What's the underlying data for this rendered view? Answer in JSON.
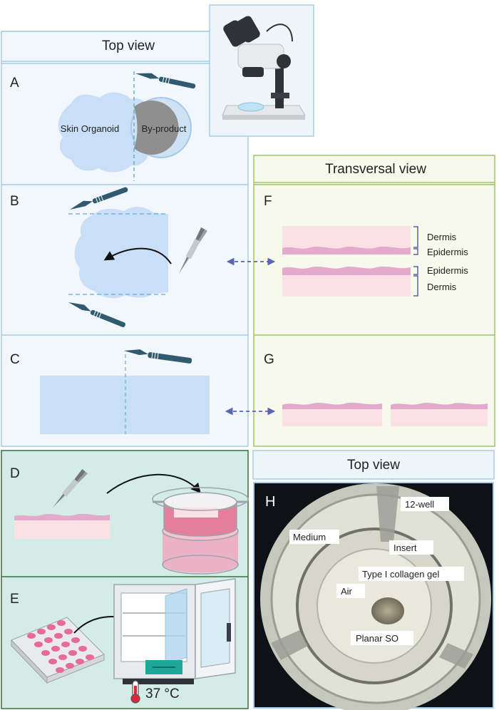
{
  "left_panel": {
    "header": "Top view",
    "panel_a": {
      "letter": "A",
      "organoid_label": "Skin Organoid",
      "byproduct_label": "By-product"
    },
    "panel_b": {
      "letter": "B"
    },
    "panel_c": {
      "letter": "C"
    }
  },
  "right_panel": {
    "header": "Transversal view",
    "panel_f": {
      "letter": "F",
      "labels": {
        "dermis_top": "Dermis",
        "epidermis_top": "Epidermis",
        "epidermis_bottom": "Epidermis",
        "dermis_bottom": "Dermis"
      }
    },
    "panel_g": {
      "letter": "G"
    }
  },
  "lower_left": {
    "panel_d": {
      "letter": "D"
    },
    "panel_e": {
      "letter": "E",
      "temperature": "37 °C"
    }
  },
  "photo_panel": {
    "header": "Top view",
    "letter": "H",
    "labels": {
      "well": "12-well",
      "medium": "Medium",
      "insert": "Insert",
      "collagen": "Type I collagen gel",
      "air": "Air",
      "planar": "Planar SO"
    }
  },
  "colors": {
    "top_view_bg": "#f1f7fd",
    "top_view_border": "#a6cee8",
    "transversal_bg": "#f7f9ec",
    "transversal_border": "#9cc66a",
    "culture_bg": "#d3ece6",
    "culture_border": "#3b6e3b",
    "organoid": "#c9dff7",
    "scalpel": "#2f5a70",
    "dermis": "#fbe1e6",
    "epidermis": "#e4aacb",
    "arrow_dashed": "#5865b0"
  },
  "icons": [
    "microscope-icon",
    "scalpel-icon",
    "forceps-icon",
    "petri-insert-icon",
    "well-plate-icon",
    "incubator-icon",
    "thermometer-icon"
  ]
}
